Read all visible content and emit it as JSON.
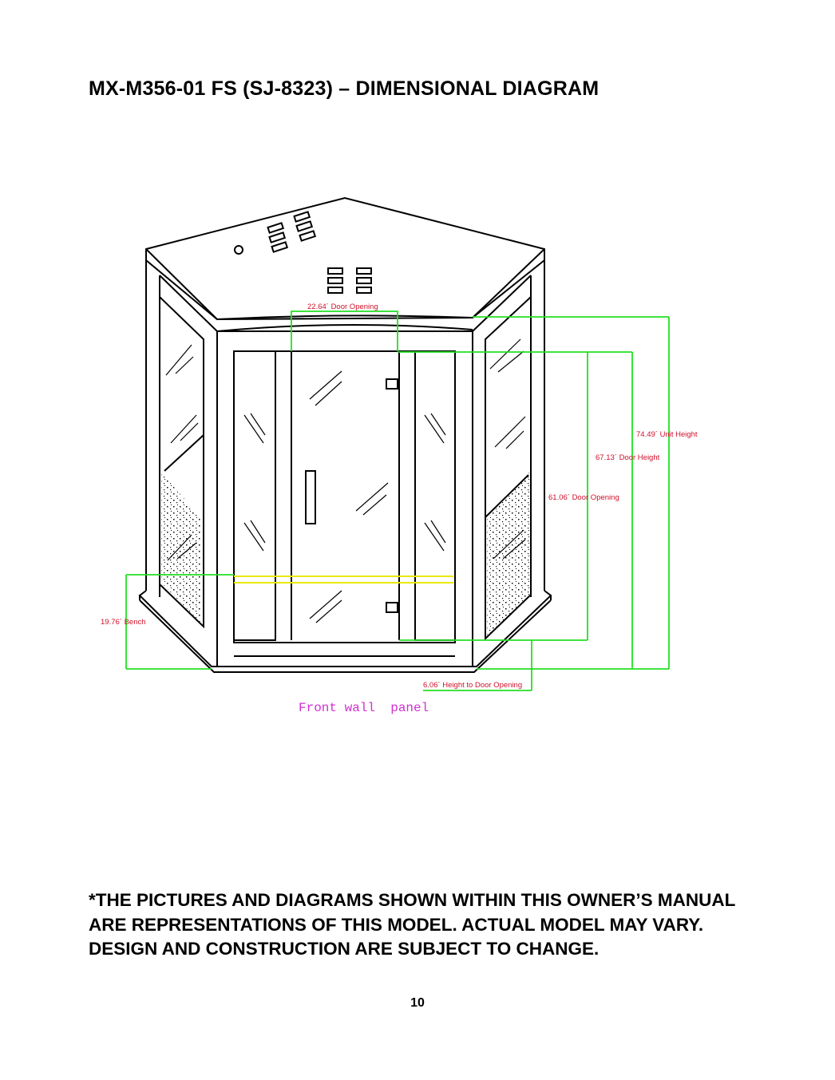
{
  "page": {
    "title": "MX-M356-01 FS (SJ-8323) – DIMENSIONAL DIAGRAM",
    "disclaimer": "*THE PICTURES AND DIAGRAMS SHOWN WITHIN THIS OWNER’S MANUAL ARE REPRESENTATIONS OF THIS MODEL.  ACTUAL MODEL MAY VARY.  DESIGN AND CONSTRUCTION ARE SUBJECT TO CHANGE.",
    "page_number": "10"
  },
  "diagram": {
    "caption": "Front wall  panel",
    "dimensions": {
      "door_opening_width": "22.64´  Door Opening",
      "unit_height": "74.49´  Unit Height",
      "door_height": "67.13´  Door Height",
      "door_opening_height": "61.06´  Door Opening",
      "bench": "19.76´  Bench",
      "height_to_door_opening": "6.06´  Height to Door Opening"
    },
    "colors": {
      "dimension_line": "#22e022",
      "dimension_text": "#d0102a",
      "bench_line": "#e8e800",
      "caption": "#d030d0"
    }
  }
}
